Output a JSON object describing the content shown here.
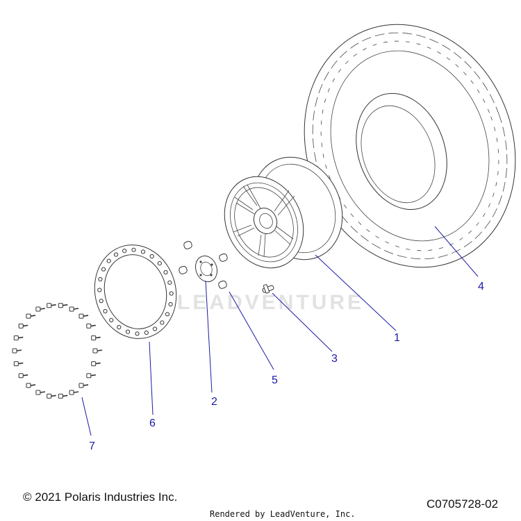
{
  "watermark": "LEADVENTURE",
  "callouts": [
    "1",
    "2",
    "3",
    "4",
    "5",
    "6",
    "7"
  ],
  "footer": {
    "copyright": "© 2021 Polaris Industries Inc.",
    "rendered_by": "Rendered by LeadVenture, Inc.",
    "diagram_id": "C0705728-02"
  },
  "colors": {
    "callout": "#1a1aa6",
    "line": "#333333"
  }
}
